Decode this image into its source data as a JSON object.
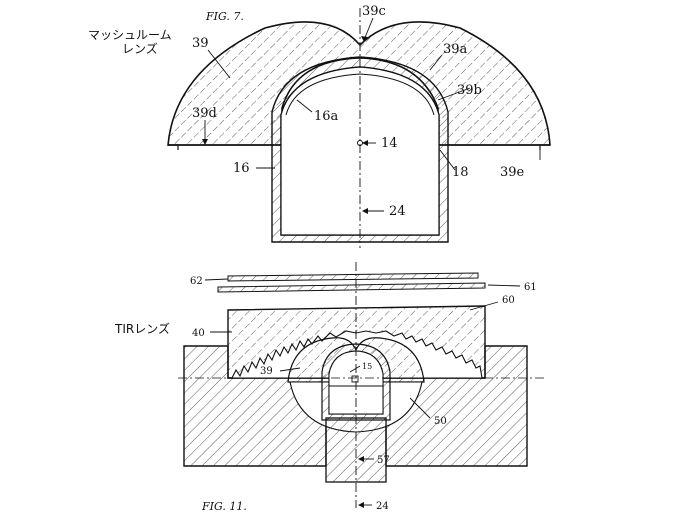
{
  "fig_top": {
    "caption": "FIG. 7.",
    "title_line1": "マッシュルーム",
    "title_line2": "レンズ",
    "labels": {
      "l39": "39",
      "l39c": "39c",
      "l39a": "39a",
      "l39b": "39b",
      "l39d": "39d",
      "l16a": "16a",
      "l14": "14",
      "l16": "16",
      "l18": "18",
      "l39e": "39e",
      "l24": "24"
    }
  },
  "fig_bottom": {
    "caption": "FIG. 11.",
    "title": "TIRレンズ",
    "labels": {
      "l62": "62",
      "l61": "61",
      "l60": "60",
      "l40": "40",
      "l39": "39",
      "l15": "15",
      "l50": "50",
      "l57": "57",
      "l24": "24"
    }
  },
  "colors": {
    "line": "#111111",
    "hatch": "#333333",
    "background": "#ffffff"
  }
}
